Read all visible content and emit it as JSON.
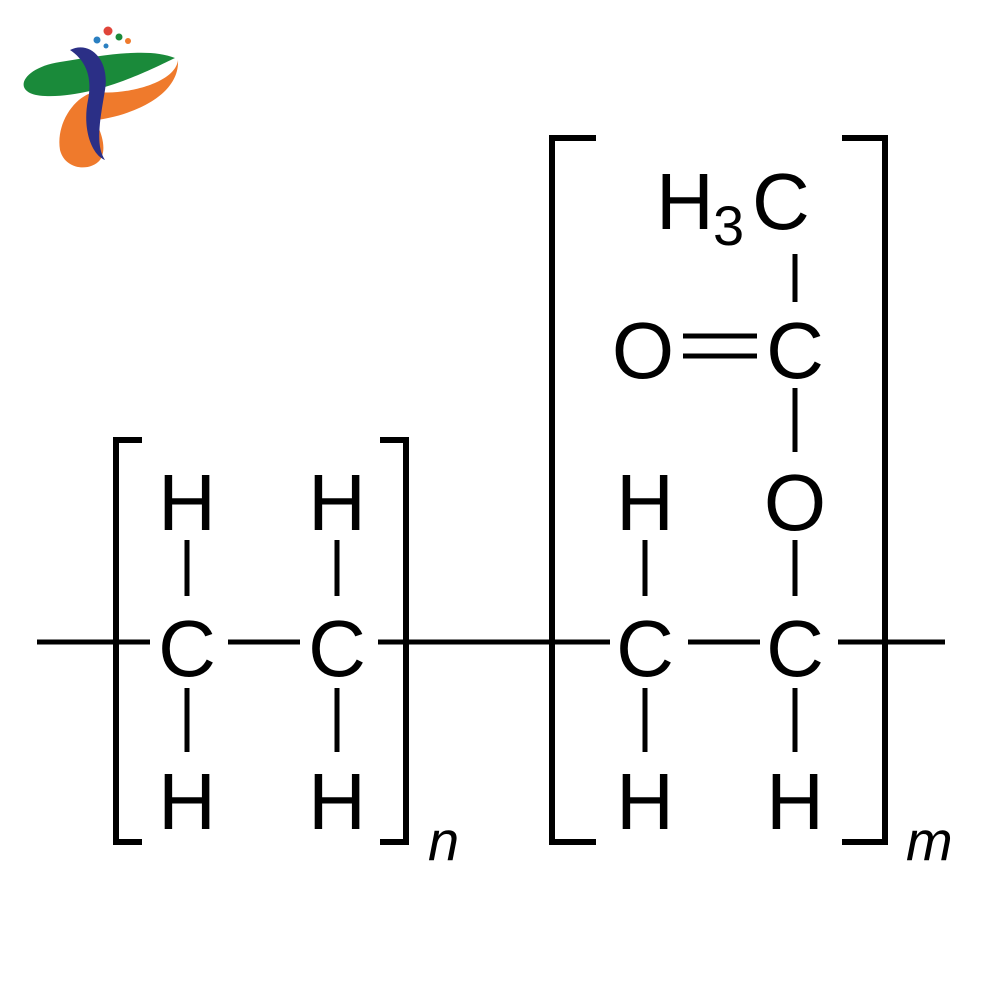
{
  "logo": {
    "name": "logo-mark",
    "colors": {
      "green": "#1a8a3a",
      "orange": "#ef7a2c",
      "navy": "#2b2f86",
      "blue": "#2a7fc1",
      "red": "#e0453a"
    }
  },
  "structure": {
    "unit_n": {
      "top_left_h": "H",
      "top_right_h": "H",
      "left_c": "C",
      "right_c": "C",
      "bottom_left_h": "H",
      "bottom_right_h": "H",
      "index": "n"
    },
    "unit_m": {
      "methyl_h": "H",
      "methyl_sub": "3",
      "methyl_c": "C",
      "carbonyl_o": "O",
      "carbonyl_c": "C",
      "ester_o": "O",
      "top_h": "H",
      "left_c": "C",
      "right_c": "C",
      "bottom_left_h": "H",
      "bottom_right_h": "H",
      "index": "m"
    }
  }
}
